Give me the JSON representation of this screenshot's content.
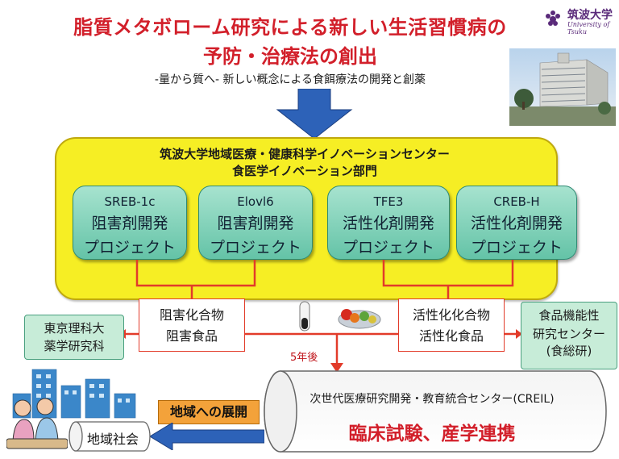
{
  "header": {
    "title_line1": "脂質メタボローム研究による新しい生活習慣病の",
    "title_line2": "予防・治療法の創出",
    "subtitle": "-量から質へ- 新しい概念による食餌療法の開発と創薬"
  },
  "logo": {
    "name": "筑波大学",
    "sub": "University of Tsuku"
  },
  "panel": {
    "heading1": "筑波大学地域医療・健康科学イノベーションセンター",
    "heading2": "食医学イノベーション部門",
    "projects": [
      {
        "target": "SREB-1c",
        "type": "阻害剤開発",
        "suffix": "プロジェクト"
      },
      {
        "target": "Elovl6",
        "type": "阻害剤開発",
        "suffix": "プロジェクト"
      },
      {
        "target": "TFE3",
        "type": "活性化剤開発",
        "suffix": "プロジェクト"
      },
      {
        "target": "CREB-H",
        "type": "活性化剤開発",
        "suffix": "プロジェクト"
      }
    ]
  },
  "inhibitor": {
    "line1": "阻害化合物",
    "line2": "阻害食品"
  },
  "activator": {
    "line1": "活性化化合物",
    "line2": "活性化食品"
  },
  "tokyo": {
    "line1": "東京理科大",
    "line2": "薬学研究科"
  },
  "food_center": {
    "line1": "食品機能性",
    "line2": "研究センター",
    "line3": "(食総研)"
  },
  "timeline": {
    "five_years": "5年後"
  },
  "creil": {
    "line1": "次世代医療研究開発・教育統合センター(CREIL)",
    "line2": "臨床試験、産学連携"
  },
  "region": {
    "expansion": "地域への展開",
    "community": "地域社会"
  },
  "colors": {
    "title_red": "#d21f2a",
    "panel_yellow": "#f6ee24",
    "project_green": "#64c3a7",
    "arrow_blue": "#2d62b8",
    "line_red": "#e23b2a",
    "orange": "#f3a23a"
  }
}
